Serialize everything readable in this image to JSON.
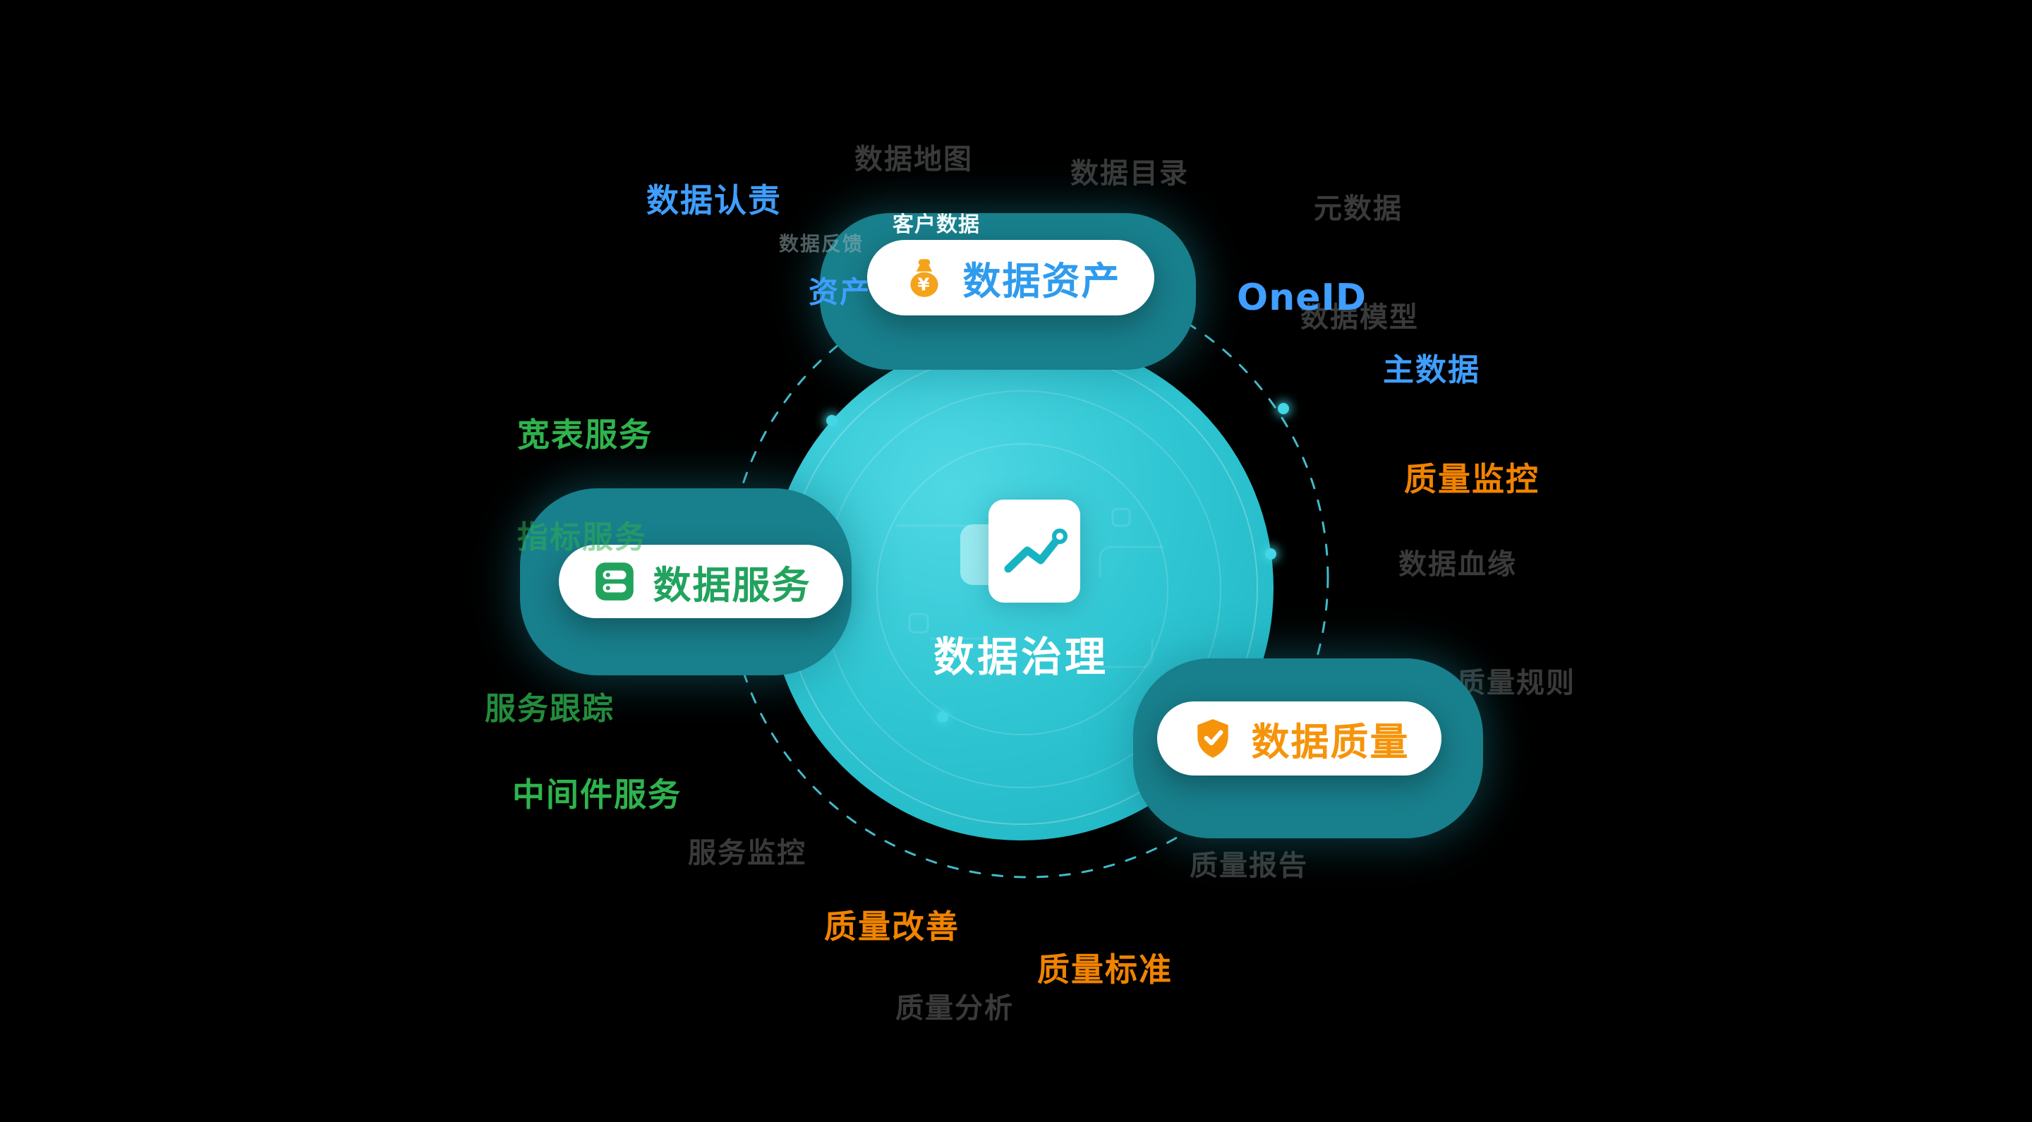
{
  "colors": {
    "background": "#000000",
    "circle_teal": "#2fc5d2",
    "blob_teal": "#187f8c",
    "orbit_dash": "#49cfe0",
    "accent_blue": "#3f9eff",
    "accent_green": "#2fb34d",
    "accent_orange": "#f08300",
    "pill_blue_text": "#2f9bee",
    "pill_green_text": "#21a35d",
    "pill_orange_text": "#f5940a"
  },
  "center": {
    "title": "数据治理",
    "icon": "document-trend-icon"
  },
  "pills": [
    {
      "id": "data-asset",
      "label": "数据资产",
      "icon": "money-bag-icon",
      "text_color": "#2f9bee"
    },
    {
      "id": "data-service",
      "label": "数据服务",
      "icon": "database-icon",
      "text_color": "#21a35d"
    },
    {
      "id": "data-quality",
      "label": "数据质量",
      "icon": "shield-check-icon",
      "text_color": "#f5940a"
    }
  ],
  "labels": [
    {
      "text": "数据认责",
      "color": "blue"
    },
    {
      "text": "客户数据",
      "color": "white"
    },
    {
      "text": "资产",
      "color": "blue"
    },
    {
      "text": "OneID",
      "color": "blue"
    },
    {
      "text": "主数据",
      "color": "blue"
    },
    {
      "text": "宽表服务",
      "color": "green"
    },
    {
      "text": "指标服务",
      "color": "green-dim"
    },
    {
      "text": "质量监控",
      "color": "orange"
    },
    {
      "text": "服务跟踪",
      "color": "green-mid"
    },
    {
      "text": "中间件服务",
      "color": "green"
    },
    {
      "text": "质量改善",
      "color": "orange"
    },
    {
      "text": "质量标准",
      "color": "orange"
    }
  ],
  "faint_labels": [
    {
      "text": "数据地图"
    },
    {
      "text": "数据目录"
    },
    {
      "text": "元数据"
    },
    {
      "text": "数据反馈"
    },
    {
      "text": "数据模型"
    },
    {
      "text": "数据血缘"
    },
    {
      "text": "质量规则"
    },
    {
      "text": "服务监控"
    },
    {
      "text": "质量报告"
    },
    {
      "text": "质量分析"
    }
  ]
}
